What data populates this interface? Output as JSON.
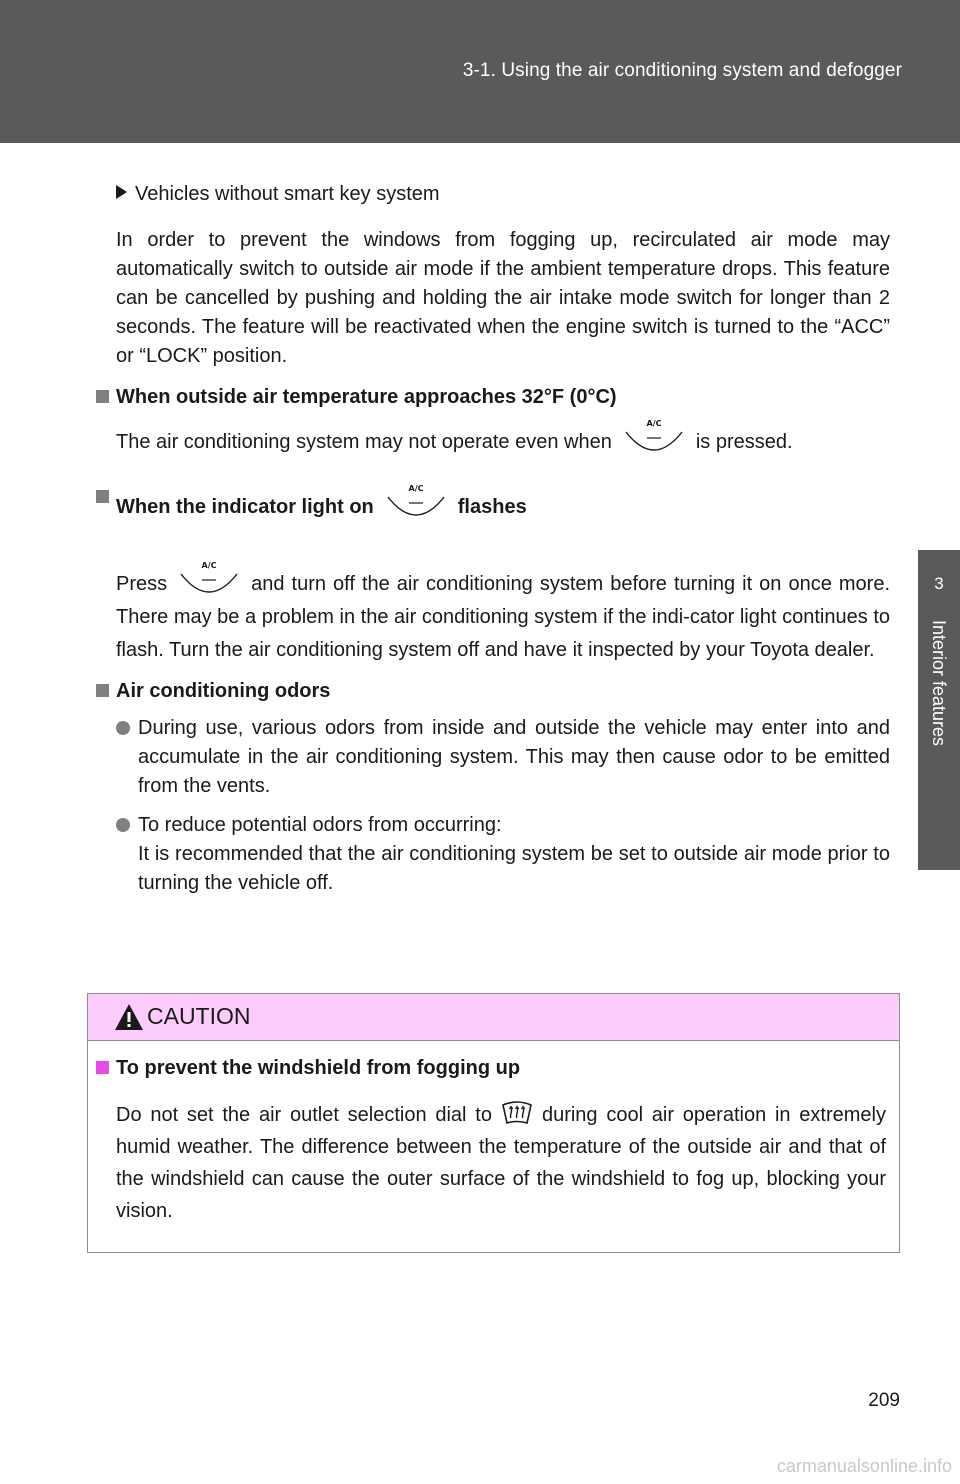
{
  "header": {
    "title": "3-1. Using the air conditioning system and defogger"
  },
  "side_tab": {
    "chapter_number": "3",
    "chapter_name": "Interior features"
  },
  "content": {
    "subheading": "Vehicles without smart key system",
    "intro": "In order to prevent the windows from fogging up, recirculated air mode may automatically switch to outside air mode if the ambient temperature drops. This feature can be cancelled by pushing and holding the air intake mode switch for longer than 2 seconds. The feature will be reactivated when the engine switch is turned to the “ACC” or “LOCK” position.",
    "section1": {
      "heading": "When outside air temperature approaches 32°F (0°C)",
      "text_before": "The air conditioning system may not operate even when",
      "text_after": "is pressed."
    },
    "section2": {
      "heading_before": "When the indicator light on",
      "heading_after": "flashes",
      "text_before": "Press",
      "text_after": "and turn off the air conditioning system before turning it on once more. There may be a problem in the air conditioning system if the indi-cator light continues to flash. Turn the air conditioning system off and have it inspected by your Toyota dealer."
    },
    "section3": {
      "heading": "Air conditioning odors",
      "bullet1": "During use, various odors from inside and outside the vehicle may enter into and accumulate in the air conditioning system. This may then cause odor to be emitted from the vents.",
      "bullet2_line1": "To reduce potential odors from occurring:",
      "bullet2_line2": "It is recommended that the air conditioning system be set to outside air mode prior to turning the vehicle off."
    },
    "ac_icon_label": "A/C"
  },
  "caution": {
    "label": "CAUTION",
    "heading": "To prevent the windshield from fogging up",
    "text_before": "Do not set the air outlet selection dial to",
    "text_after": "during cool air operation in extremely humid weather. The difference between the temperature of the outside air and that of the windshield can cause the outer surface of the windshield to fog up, blocking your vision."
  },
  "page_number": "209",
  "watermark": "carmanualsonline.info",
  "colors": {
    "header_bg": "#595a5c",
    "caution_bg": "#fccdfc",
    "caution_bullet": "#e64be6",
    "bullet_gray": "#808080"
  },
  "icons": [
    "ac-button-icon",
    "warning-triangle-icon",
    "windshield-defroster-icon"
  ]
}
